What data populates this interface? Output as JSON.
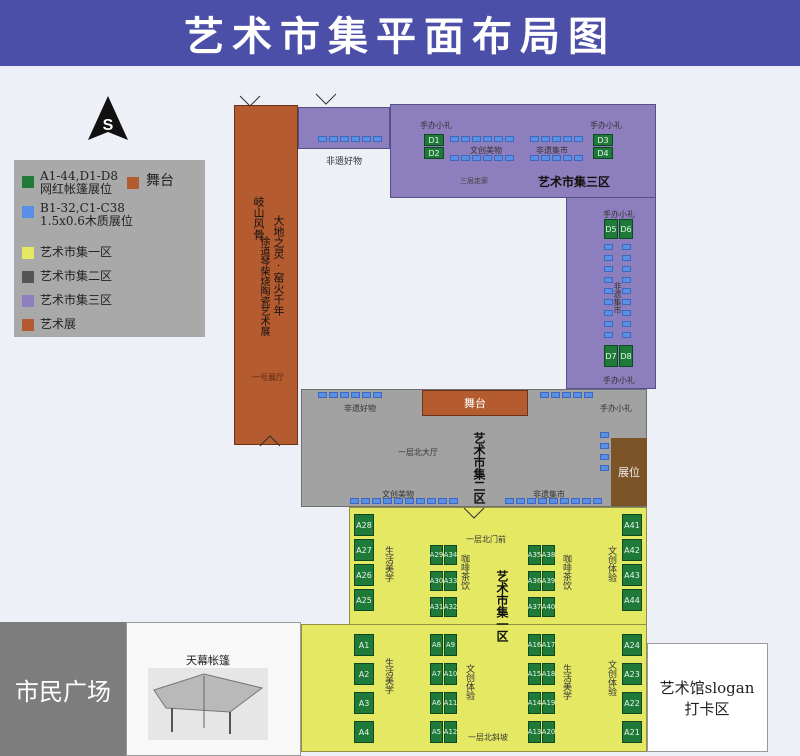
{
  "title": "艺术市集平面布局图",
  "compass": "S",
  "legend": [
    {
      "label": "A1-44,D1-D8\n网红帐篷展位",
      "color": "#1f7a3a"
    },
    {
      "label": "舞台",
      "color": "#b45b2f"
    },
    {
      "label": "B1-32,C1-C38\n1.5x0.6木质展位",
      "color": "#5a8fe8"
    },
    {
      "label": "艺术市集一区",
      "color": "#e4e863"
    },
    {
      "label": "艺术市集二区",
      "color": "#555555"
    },
    {
      "label": "艺术市集三区",
      "color": "#8d7fbd"
    },
    {
      "label": "艺术展",
      "color": "#b45b2f"
    }
  ],
  "art_exhibit": {
    "text_1": "岐山风骨",
    "text_2": "大地之灵·窑火千年",
    "text_3": "徐道琴柴烧陶瓷艺术展",
    "hall": "一号展厅"
  },
  "zone3": {
    "label": "艺术市集三区",
    "intangible": "非遗好物",
    "craft_tl": "手办小礼",
    "craft_tr": "手办小礼",
    "craft_right": "手办小礼",
    "craft_right_bottom": "手办小礼",
    "cultural": "文创美物",
    "intangible_market": "非遗集市",
    "corridor_note": "三层走廊",
    "center_note": "非遗集市",
    "booths": [
      "D1",
      "D2",
      "D3",
      "D4",
      "D5",
      "D6",
      "D7",
      "D8"
    ]
  },
  "zone2": {
    "label": "艺术市集二区",
    "stage": "舞台",
    "intangible_left": "非遗好物",
    "craft_right": "手办小礼",
    "lobby": "一层北大厅",
    "cultural": "文创美物",
    "intangible_market": "非遗集市",
    "exhibit": "展位"
  },
  "zone1": {
    "label": "艺术市集一区",
    "north_gate": "一层北门前",
    "north_ramp": "一层北斜坡",
    "life_aesthetics": "生活美学",
    "coffee_tea": "咖啡茶饮",
    "creative": "文创体验",
    "booths_top_left": [
      "A28",
      "A27",
      "A26",
      "A25"
    ],
    "booths_top_c1": [
      "A29",
      "A30",
      "A31"
    ],
    "booths_top_c2": [
      "A34",
      "A33",
      "A32"
    ],
    "booths_top_c3": [
      "A35",
      "A36",
      "A37"
    ],
    "booths_top_c4": [
      "A38",
      "A39",
      "A40"
    ],
    "booths_top_right": [
      "A41",
      "A42",
      "A43",
      "A44"
    ],
    "booths_bot_left": [
      "A1",
      "A2",
      "A3",
      "A4"
    ],
    "booths_bot_c1": [
      "A8",
      "A7",
      "A6",
      "A5"
    ],
    "booths_bot_c2": [
      "A9",
      "A10",
      "A11",
      "A12"
    ],
    "booths_bot_c3": [
      "A16",
      "A15",
      "A14",
      "A13"
    ],
    "booths_bot_c4": [
      "A17",
      "A18",
      "A19",
      "A20"
    ],
    "booths_bot_right": [
      "A24",
      "A23",
      "A22",
      "A21"
    ]
  },
  "citizen_square": "市民广场",
  "canopy_tent": "天幕帐篷",
  "slogan_area": "艺术馆slogan\n打卡区"
}
